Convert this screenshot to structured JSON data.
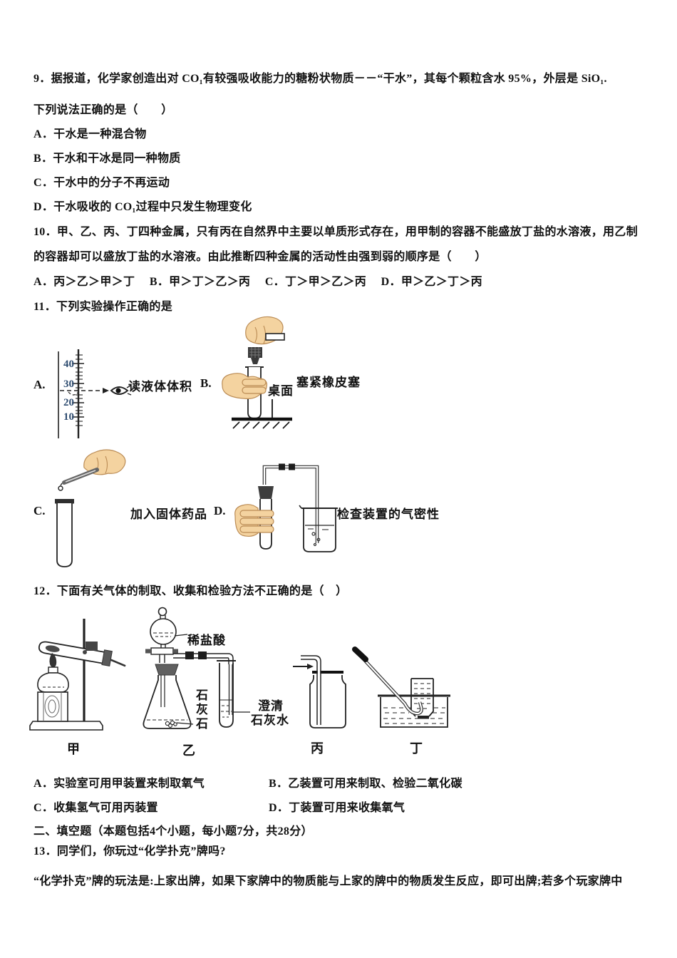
{
  "q9": {
    "line1": "9．据报道，化学家创造出对 CO₁有较强吸收能力的糖粉状物质－－“干水”，其每个颗粒含水 95%，外层是 SiO₁.",
    "line2": "下列说法正确的是（　　）",
    "optionA": "A．干水是一种混合物",
    "optionB": "B．干水和干冰是同一种物质",
    "optionC": "C．干水中的分子不再运动",
    "optionD": "D．干水吸收的 CO₁过程中只发生物理变化"
  },
  "q10": {
    "line1": "10．甲、乙、丙、丁四种金属，只有丙在自然界中主要以单质形式存在，用甲制的容器不能盛放丁盐的水溶液，用乙制",
    "line2": "的容器却可以盛放丁盐的水溶液。由此推断四种金属的活动性由强到弱的顺序是（　　）",
    "options": "A．丙＞乙＞甲＞丁　 B．甲＞丁＞乙＞丙　 C．丁＞甲＞乙＞丙　 D．甲＞乙＞丁＞丙"
  },
  "q11": {
    "stem": "11．下列实验操作正确的是",
    "figA": {
      "label": "A.",
      "caption": "读液体体积",
      "ticks": [
        "40",
        "30",
        "20",
        "10"
      ],
      "tick_color": "#2f4d71"
    },
    "figB": {
      "label": "B.",
      "caption": "塞紧橡皮塞",
      "table": "桌面"
    },
    "figC": {
      "label": "C.",
      "caption": "加入固体药品"
    },
    "figD": {
      "label": "D.",
      "caption": "检查装置的气密性"
    }
  },
  "q12": {
    "stem": "12．下面有关气体的制取、收集和检验方法不正确的是（　）",
    "figure": {
      "jia": "甲",
      "yi": "乙",
      "bing": "丙",
      "ding": "丁",
      "dilute_hcl": "稀盐酸",
      "limestone": "石灰石",
      "limewater_line1": "澄清",
      "limewater_line2": "石灰水"
    },
    "optionA": "A．实验室可用甲装置来制取氧气",
    "optionB": "B．乙装置可用来制取、检验二氧化碳",
    "optionC": "C．收集氢气可用丙装置",
    "optionD": "D．丁装置可用来收集氧气"
  },
  "section2": {
    "header": "二、填空题（本题包括4个小题，每小题7分，共28分）"
  },
  "q13": {
    "stem": "13．同学们，你玩过“化学扑克”牌吗?",
    "desc": "“化学扑克”牌的玩法是:上家出牌，如果下家牌中的物质能与上家的牌中的物质发生反应，即可出牌;若多个玩家牌中"
  }
}
